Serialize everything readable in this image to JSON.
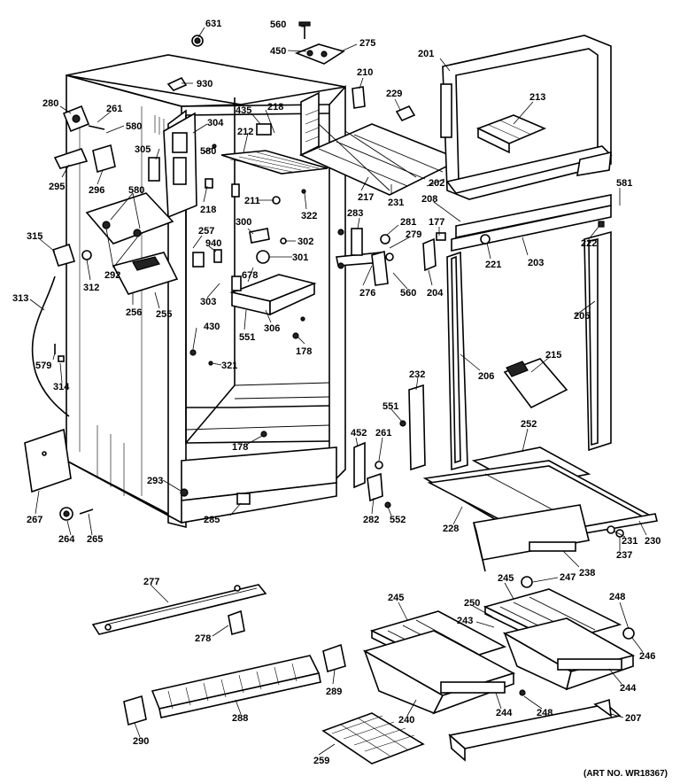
{
  "art_number": "(ART NO. WR18367)",
  "part_labels": [
    {
      "id": "631",
      "text": "631"
    },
    {
      "id": "560a",
      "text": "560"
    },
    {
      "id": "275",
      "text": "275"
    },
    {
      "id": "450",
      "text": "450"
    },
    {
      "id": "930",
      "text": "930"
    },
    {
      "id": "210",
      "text": "210"
    },
    {
      "id": "229",
      "text": "229"
    },
    {
      "id": "201",
      "text": "201"
    },
    {
      "id": "213",
      "text": "213"
    },
    {
      "id": "280",
      "text": "280"
    },
    {
      "id": "261a",
      "text": "261"
    },
    {
      "id": "580a",
      "text": "580"
    },
    {
      "id": "304",
      "text": "304"
    },
    {
      "id": "435",
      "text": "435"
    },
    {
      "id": "218a",
      "text": "218"
    },
    {
      "id": "212",
      "text": "212"
    },
    {
      "id": "305",
      "text": "305"
    },
    {
      "id": "580b",
      "text": "580"
    },
    {
      "id": "295",
      "text": "295"
    },
    {
      "id": "296",
      "text": "296"
    },
    {
      "id": "580c",
      "text": "580"
    },
    {
      "id": "218b",
      "text": "218"
    },
    {
      "id": "211",
      "text": "211"
    },
    {
      "id": "322",
      "text": "322"
    },
    {
      "id": "217",
      "text": "217"
    },
    {
      "id": "231a",
      "text": "231"
    },
    {
      "id": "202",
      "text": "202"
    },
    {
      "id": "208",
      "text": "208"
    },
    {
      "id": "581",
      "text": "581"
    },
    {
      "id": "300",
      "text": "300"
    },
    {
      "id": "302",
      "text": "302"
    },
    {
      "id": "283",
      "text": "283"
    },
    {
      "id": "281a",
      "text": "281"
    },
    {
      "id": "279",
      "text": "279"
    },
    {
      "id": "177",
      "text": "177"
    },
    {
      "id": "222",
      "text": "222"
    },
    {
      "id": "315",
      "text": "315"
    },
    {
      "id": "257",
      "text": "257"
    },
    {
      "id": "940",
      "text": "940"
    },
    {
      "id": "301",
      "text": "301"
    },
    {
      "id": "221",
      "text": "221"
    },
    {
      "id": "203",
      "text": "203"
    },
    {
      "id": "292",
      "text": "292"
    },
    {
      "id": "312",
      "text": "312"
    },
    {
      "id": "678",
      "text": "678"
    },
    {
      "id": "276",
      "text": "276"
    },
    {
      "id": "560b",
      "text": "560"
    },
    {
      "id": "204",
      "text": "204"
    },
    {
      "id": "313",
      "text": "313"
    },
    {
      "id": "256",
      "text": "256"
    },
    {
      "id": "255",
      "text": "255"
    },
    {
      "id": "303",
      "text": "303"
    },
    {
      "id": "551a",
      "text": "551"
    },
    {
      "id": "306",
      "text": "306"
    },
    {
      "id": "178a",
      "text": "178"
    },
    {
      "id": "205",
      "text": "205"
    },
    {
      "id": "430",
      "text": "430"
    },
    {
      "id": "579",
      "text": "579"
    },
    {
      "id": "314",
      "text": "314"
    },
    {
      "id": "321",
      "text": "321"
    },
    {
      "id": "206",
      "text": "206"
    },
    {
      "id": "215",
      "text": "215"
    },
    {
      "id": "232",
      "text": "232"
    },
    {
      "id": "551b",
      "text": "551"
    },
    {
      "id": "452",
      "text": "452"
    },
    {
      "id": "261b",
      "text": "261"
    },
    {
      "id": "252",
      "text": "252"
    },
    {
      "id": "178b",
      "text": "178"
    },
    {
      "id": "293",
      "text": "293"
    },
    {
      "id": "267",
      "text": "267"
    },
    {
      "id": "285a",
      "text": "285"
    },
    {
      "id": "264",
      "text": "264"
    },
    {
      "id": "265",
      "text": "265"
    },
    {
      "id": "282",
      "text": "282"
    },
    {
      "id": "552",
      "text": "552"
    },
    {
      "id": "228",
      "text": "228"
    },
    {
      "id": "231b",
      "text": "231"
    },
    {
      "id": "230",
      "text": "230"
    },
    {
      "id": "237",
      "text": "237"
    },
    {
      "id": "238",
      "text": "238"
    },
    {
      "id": "277",
      "text": "277"
    },
    {
      "id": "247",
      "text": "247"
    },
    {
      "id": "245a",
      "text": "245"
    },
    {
      "id": "245b",
      "text": "245"
    },
    {
      "id": "248a",
      "text": "248"
    },
    {
      "id": "250",
      "text": "250"
    },
    {
      "id": "243",
      "text": "243"
    },
    {
      "id": "278",
      "text": "278"
    },
    {
      "id": "246",
      "text": "246"
    },
    {
      "id": "244a",
      "text": "244"
    },
    {
      "id": "289",
      "text": "289"
    },
    {
      "id": "244b",
      "text": "244"
    },
    {
      "id": "248b",
      "text": "248"
    },
    {
      "id": "240",
      "text": "240"
    },
    {
      "id": "207",
      "text": "207"
    },
    {
      "id": "288",
      "text": "288"
    },
    {
      "id": "290",
      "text": "290"
    },
    {
      "id": "259",
      "text": "259"
    }
  ]
}
